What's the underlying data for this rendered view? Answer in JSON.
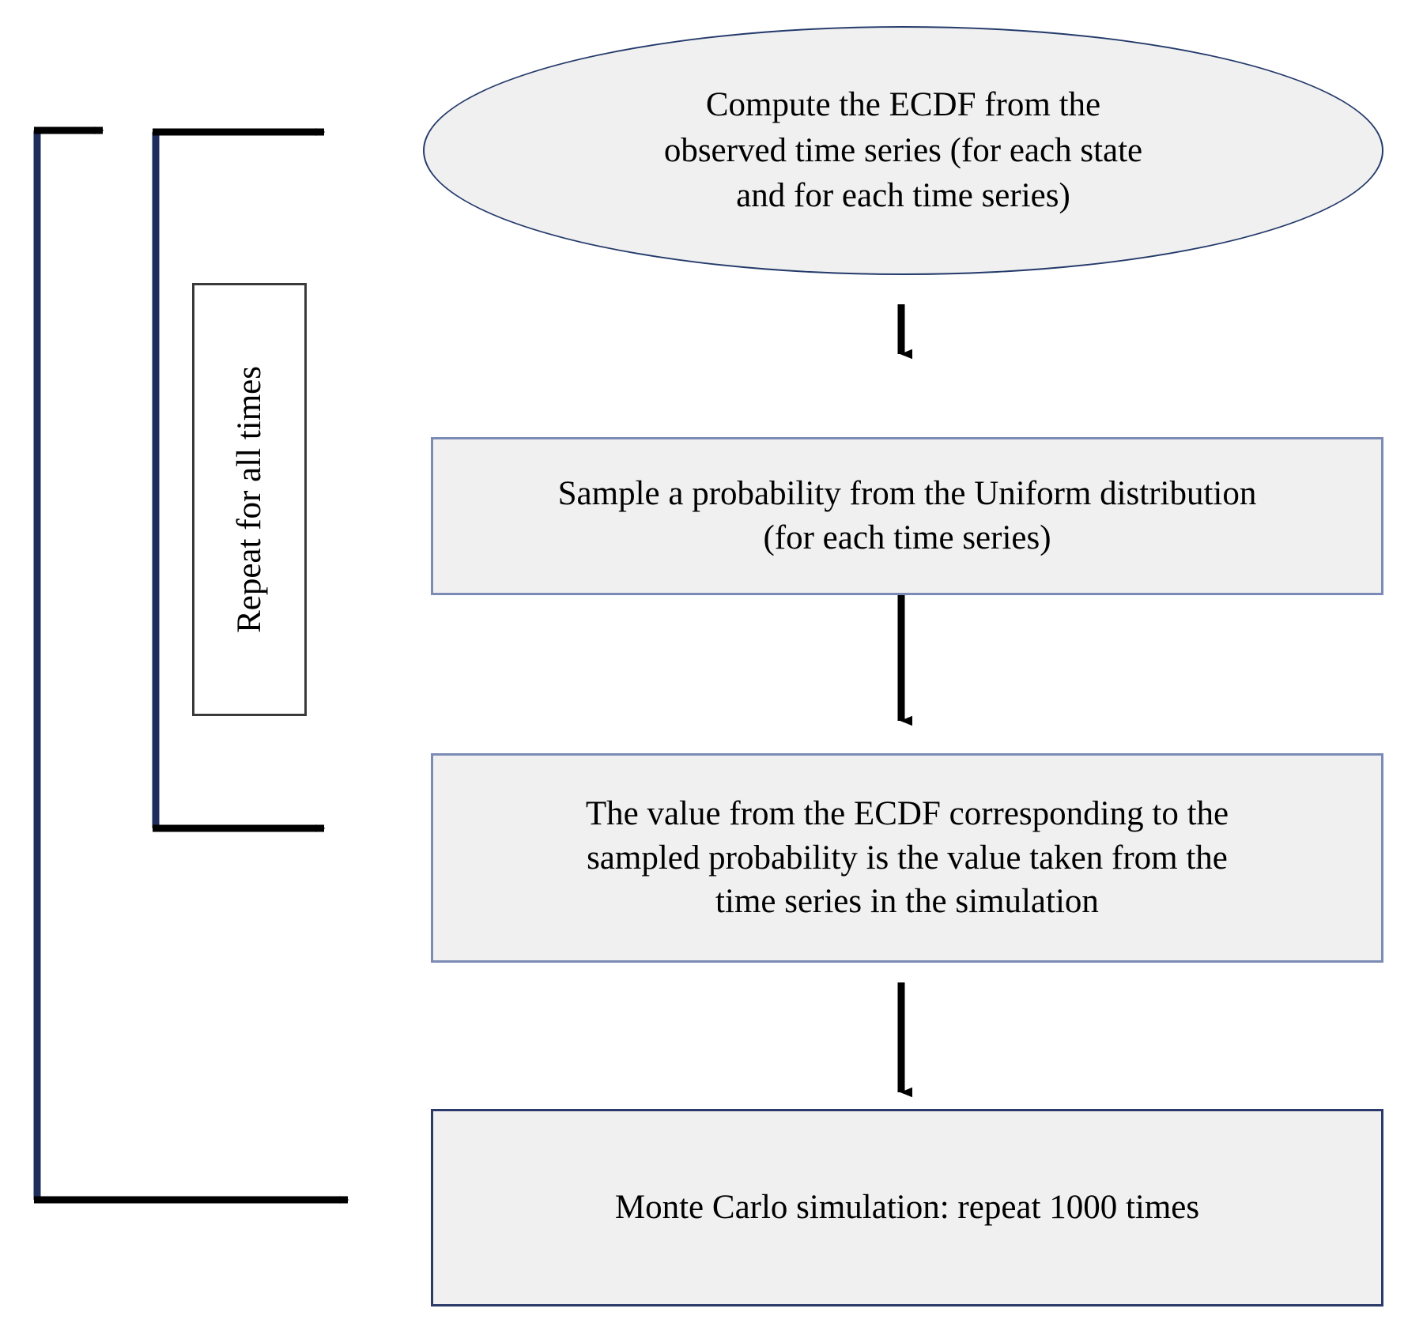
{
  "diagram": {
    "title": "ECDF Monte Carlo simulation flowchart",
    "colors": {
      "ellipse_border": "#243a6b",
      "box_border_light": "#7b8bb5",
      "box_border_dark": "#2b3a6b",
      "node_fill": "#f0f0f0",
      "repeat_box_border": "#3a3a3a",
      "arrow_black": "#000000",
      "arrow_navy": "#1f2d5c",
      "page_background": "#ffffff"
    },
    "nodes": [
      {
        "id": "compute-ecdf",
        "shape": "ellipse",
        "text": "Compute the ECDF from the observed time series (for each state and for each time series)",
        "lines": [
          "Compute the ECDF from the",
          "observed time series (for each state",
          "and for each time series)"
        ]
      },
      {
        "id": "sample-probability",
        "shape": "rectangle",
        "text": "Sample a probability from the Uniform distribution (for each time series)",
        "lines": [
          "Sample a probability from the Uniform distribution",
          "(for each time series)"
        ]
      },
      {
        "id": "ecdf-value",
        "shape": "rectangle",
        "text": "The value from the ECDF corresponding to the sampled probability is the value taken from the time series in the simulation",
        "lines": [
          "The value from the ECDF corresponding to the",
          "sampled probability is the value taken from the",
          "time series in the simulation"
        ]
      },
      {
        "id": "monte-carlo",
        "shape": "rectangle",
        "text": "Monte Carlo simulation: repeat 1000 times",
        "lines": [
          "Monte Carlo simulation: repeat 1000 times"
        ]
      }
    ],
    "loop_label": {
      "id": "repeat-for-all-times",
      "text": "Repeat for all times",
      "orientation": "vertical-bottom-to-top"
    },
    "edges": [
      {
        "from": "monte-carlo",
        "to": "compute-ecdf",
        "style": "feedback-loop-outer"
      },
      {
        "from": "ecdf-value",
        "to": "compute-ecdf",
        "style": "feedback-loop-inner"
      },
      {
        "from": "compute-ecdf",
        "to": "sample-probability",
        "style": "straight-down"
      },
      {
        "from": "sample-probability",
        "to": "ecdf-value",
        "style": "straight-down"
      },
      {
        "from": "ecdf-value",
        "to": "monte-carlo",
        "style": "straight-down"
      }
    ]
  }
}
